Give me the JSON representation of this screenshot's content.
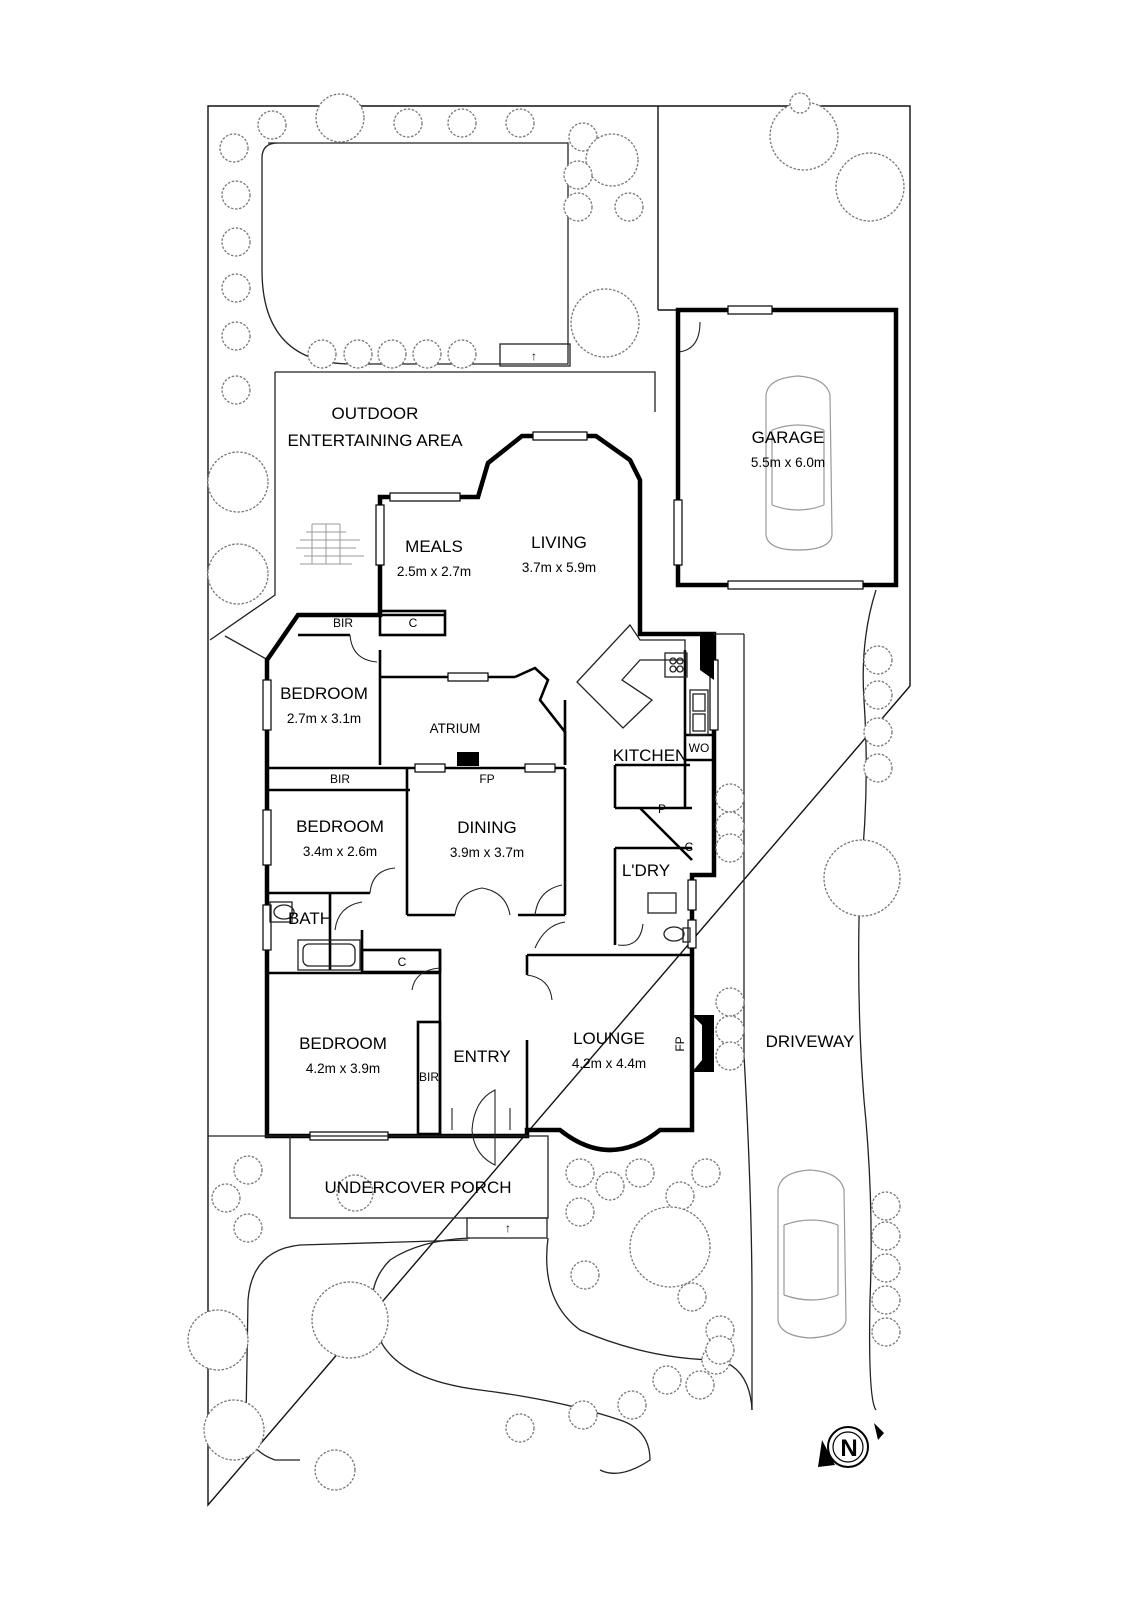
{
  "rooms": {
    "outdoor": {
      "line1": "OUTDOOR",
      "line2": "ENTERTAINING AREA"
    },
    "meals": {
      "name": "MEALS",
      "size": "2.5m x 2.7m"
    },
    "living": {
      "name": "LIVING",
      "size": "3.7m x 5.9m"
    },
    "garage": {
      "name": "GARAGE",
      "size": "5.5m x 6.0m"
    },
    "bedroom1": {
      "name": "BEDROOM",
      "size": "2.7m x 3.1m"
    },
    "atrium": {
      "name": "ATRIUM"
    },
    "kitchen": {
      "name": "KITCHEN"
    },
    "bedroom2": {
      "name": "BEDROOM",
      "size": "3.4m x 2.6m"
    },
    "dining": {
      "name": "DINING",
      "size": "3.9m x 3.7m"
    },
    "laundry": {
      "name": "L'DRY"
    },
    "bath": {
      "name": "BATH"
    },
    "bedroom3": {
      "name": "BEDROOM",
      "size": "4.2m x 3.9m"
    },
    "entry": {
      "name": "ENTRY"
    },
    "lounge": {
      "name": "LOUNGE",
      "size": "4.2m x 4.4m"
    },
    "driveway": {
      "name": "DRIVEWAY"
    },
    "porch": {
      "name": "UNDERCOVER PORCH"
    }
  },
  "fixtures": {
    "bir": "BIR",
    "cupboard": "C",
    "pantry": "P",
    "walk_out": "WO",
    "fireplace": "FP"
  },
  "compass": {
    "letter": "N"
  },
  "colors": {
    "line": "#000000",
    "tree_outline": "#777777",
    "car_outline": "#999999",
    "background": "#ffffff"
  }
}
